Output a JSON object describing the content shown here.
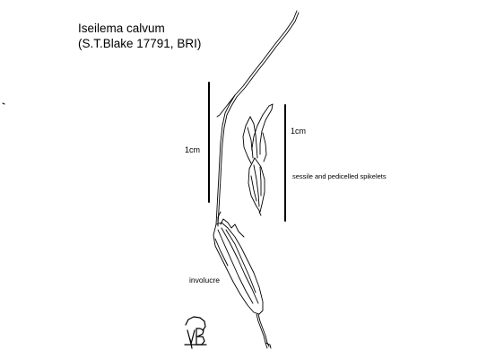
{
  "title": {
    "species": "Iseilema calvum",
    "specimen": "(S.T.Blake 17791, BRI)"
  },
  "scale_bars": {
    "left_label": "1cm",
    "right_label": "1cm"
  },
  "labels": {
    "spikelets": "sessile and pedicelled spikelets",
    "involucre": "involucre"
  },
  "logo": {
    "text": "VB",
    "name": "herbarium-monogram"
  },
  "colors": {
    "ink": "#000000",
    "background": "#ffffff"
  }
}
